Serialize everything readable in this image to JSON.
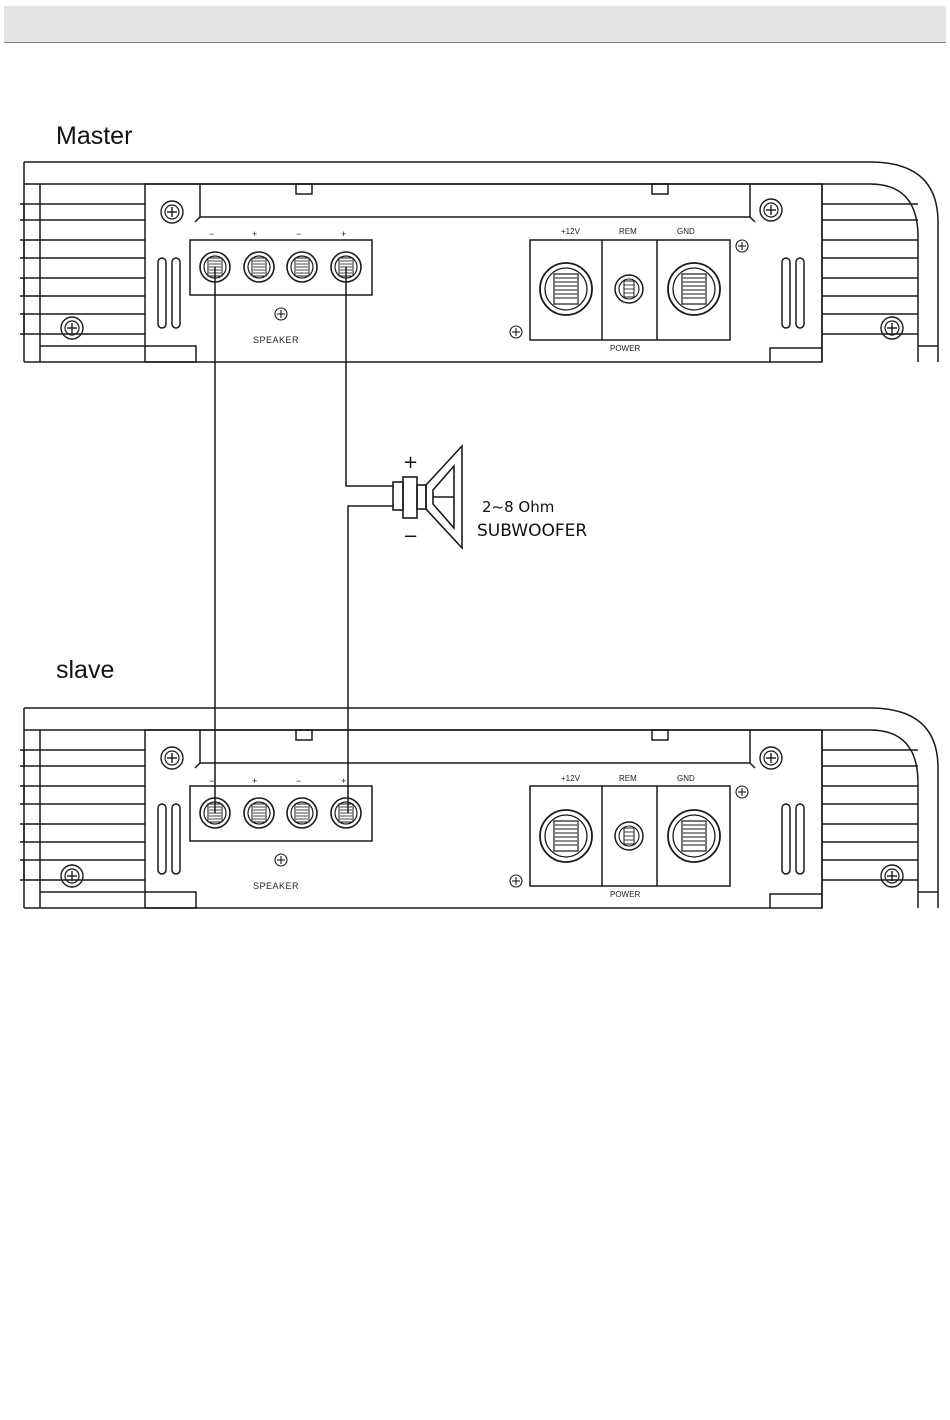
{
  "header": {
    "bar": ""
  },
  "master": {
    "title": "Master",
    "speaker_terminals": [
      "−",
      "+",
      "−",
      "+"
    ],
    "speaker_label": "SPEAKER",
    "power_terminals": [
      "+12V",
      "REM",
      "GND"
    ],
    "power_label": "POWER"
  },
  "slave": {
    "title": "slave",
    "speaker_terminals": [
      "−",
      "+",
      "−",
      "+"
    ],
    "speaker_label": "SPEAKER",
    "power_terminals": [
      "+12V",
      "REM",
      "GND"
    ],
    "power_label": "POWER"
  },
  "subwoofer": {
    "plus": "+",
    "minus": "−",
    "impedance": "2~8 Ohm",
    "label": "SUBWOOFER"
  },
  "colors": {
    "line": "#1a1a1a",
    "header": "#e4e4e4"
  }
}
